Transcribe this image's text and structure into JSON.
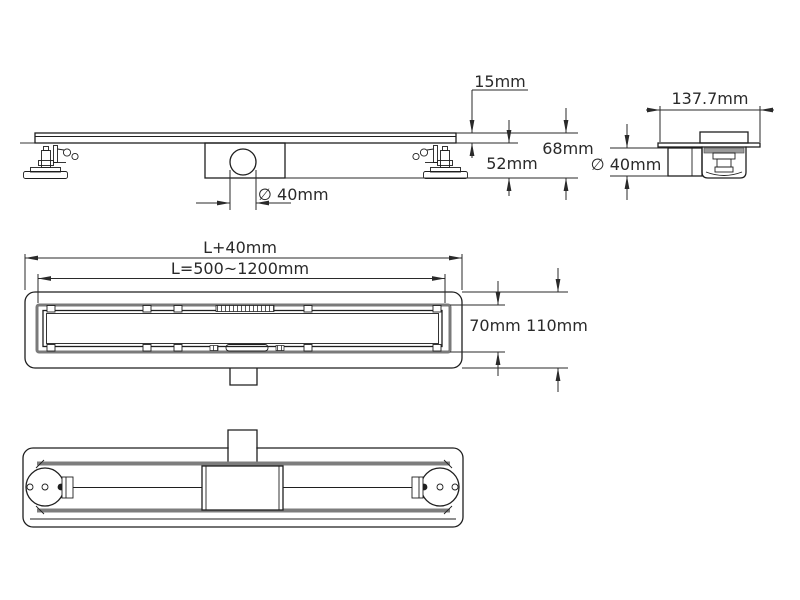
{
  "drawing": {
    "type": "technical-drawing",
    "subject": "linear-shower-drain",
    "background_color": "#ffffff",
    "line_color": "#1f1f1f",
    "gray_color": "#7d7d7d",
    "views": {
      "side": {
        "title": "side-view",
        "labels": {
          "grate_height": "15mm",
          "total_depth": "68mm",
          "depth_below_grate": "52mm",
          "outlet_diameter": "∅ 40mm"
        }
      },
      "end": {
        "title": "end-view",
        "labels": {
          "flange_width": "137.7mm",
          "outlet_diameter": "∅ 40mm"
        }
      },
      "plan": {
        "title": "plan-view",
        "labels": {
          "overall_length": "L+40mm",
          "channel_length": "L=500~1200mm",
          "channel_width": "70mm",
          "flange_width": "110mm"
        }
      },
      "bottom": {
        "title": "bottom-view"
      }
    }
  }
}
